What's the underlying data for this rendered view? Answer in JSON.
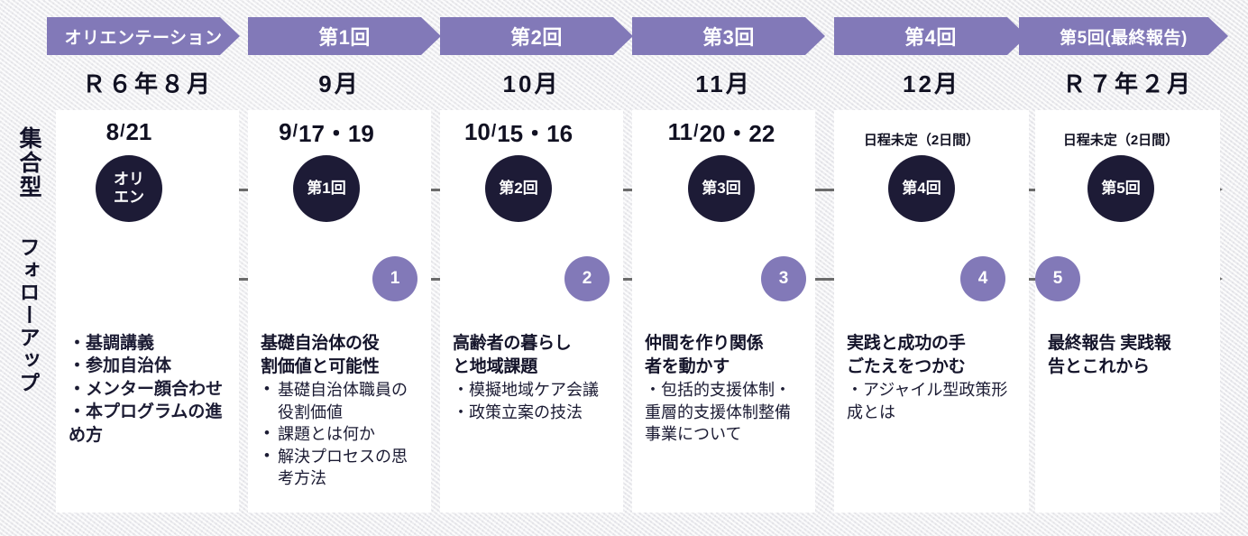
{
  "side_labels": {
    "gathering": "集合型",
    "followup": "フォローアップ"
  },
  "colors": {
    "accent_purple": "#8279b8",
    "node_dark": "#1d1b36",
    "rail_gray": "#6b6b6b",
    "background": "#e9e9ec",
    "card": "#ffffff"
  },
  "columns": [
    {
      "chevron": "オリエンテーション",
      "month": "Ｒ６年８月",
      "date": "8/21",
      "date_size": "big",
      "node_line1": "オリ",
      "node_line2": "エン",
      "followup_number": null,
      "title_lines": [],
      "items": [
        {
          "style": "plain",
          "text": "・基調講義"
        },
        {
          "style": "plain",
          "text": "・参加自治体"
        },
        {
          "style": "plain",
          "text": "・メンター顔合わせ"
        },
        {
          "style": "plain",
          "text": "・本プログラムの進め方"
        }
      ],
      "items_bold": true
    },
    {
      "chevron": "第1回",
      "month": "9月",
      "date": "9/17・19",
      "date_size": "big",
      "node_line1": "第1回",
      "node_line2": "",
      "followup_number": "1",
      "title_lines": [
        "基礎自治体の役",
        "割価値と可能性"
      ],
      "items": [
        {
          "style": "dot",
          "text": "基礎自治体職員の役割価値"
        },
        {
          "style": "dot",
          "text": "課題とは何か"
        },
        {
          "style": "dot",
          "text": "解決プロセスの思考方法"
        }
      ],
      "items_bold": false
    },
    {
      "chevron": "第2回",
      "month": "10月",
      "date": "10/15・16",
      "date_size": "big",
      "node_line1": "第2回",
      "node_line2": "",
      "followup_number": "2",
      "title_lines": [
        "高齢者の暮らし",
        "と地域課題"
      ],
      "items": [
        {
          "style": "plain",
          "text": "・模擬地域ケア会議"
        },
        {
          "style": "plain",
          "text": "・政策立案の技法"
        }
      ],
      "items_bold": false
    },
    {
      "chevron": "第3回",
      "month": "11月",
      "date": "11/20・22",
      "date_size": "big",
      "node_line1": "第3回",
      "node_line2": "",
      "followup_number": "3",
      "title_lines": [
        "仲間を作り関係",
        "者を動かす"
      ],
      "items": [
        {
          "style": "plain",
          "text": "・包括的支援体制・重層的支援体制整備事業について"
        }
      ],
      "items_bold": false
    },
    {
      "chevron": "第4回",
      "month": "12月",
      "date": "日程未定（2日間）",
      "date_size": "sm",
      "node_line1": "第4回",
      "node_line2": "",
      "followup_number": "4",
      "title_lines": [
        "実践と成功の手",
        "ごたえをつかむ"
      ],
      "items": [
        {
          "style": "plain",
          "text": "・アジャイル型政策形成とは"
        }
      ],
      "items_bold": false
    },
    {
      "chevron": "第5回(最終報告)",
      "month": "Ｒ７年２月",
      "date": "日程未定（2日間）",
      "date_size": "sm",
      "node_line1": "第5回",
      "node_line2": "",
      "followup_number": "5",
      "title_lines": [
        "最終報告 実践報",
        "告とこれから"
      ],
      "items": [],
      "items_bold": false
    }
  ]
}
